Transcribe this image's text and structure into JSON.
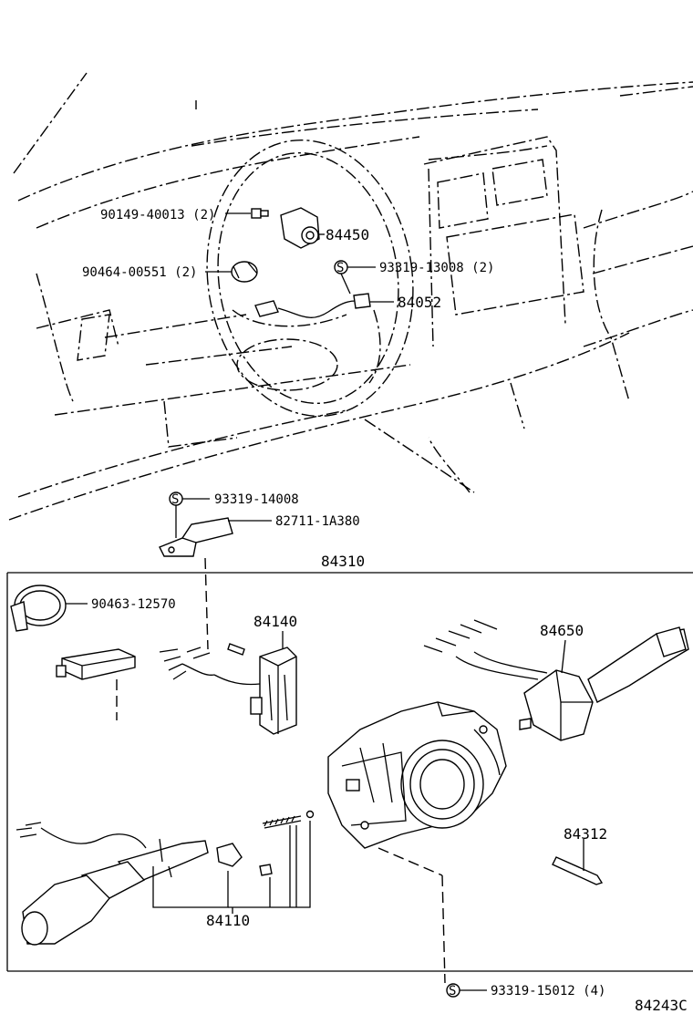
{
  "diagram": {
    "labels": {
      "bolt_upper": "90149-40013 (2)",
      "clip_left": "90464-00551 (2)",
      "horn_assy": "84450",
      "screw_upper": "93319-13008 (2)",
      "wire_harness": "84052",
      "screw_bracket": "93319-14008",
      "bracket": "82711-1A380",
      "switch_assy": "84310",
      "band_clamp": "90463-12570",
      "sub_switch": "84140",
      "wiper_switch": "84650",
      "pin": "84312",
      "turn_switch": "84110",
      "screw_bottom": "93319-15012 (4)",
      "figure_id": "84243C"
    },
    "screw_marker": "S"
  }
}
